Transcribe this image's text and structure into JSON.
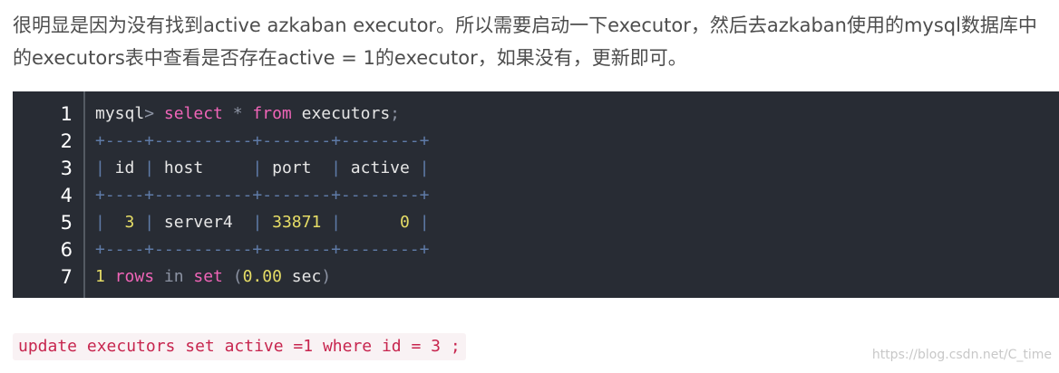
{
  "paragraph": {
    "line1": "很明显是因为没有找到active azkaban executor。所以需要启动一下executor，然后去azkaban使用的mysql数据库中",
    "line2": "的executors表中查看是否存在active = 1的executor，如果没有，更新即可。"
  },
  "code_block": {
    "line_numbers": [
      "1",
      "2",
      "3",
      "4",
      "5",
      "6",
      "7"
    ],
    "lines": [
      [
        {
          "t": "mysql",
          "c": "plain"
        },
        {
          "t": "> ",
          "c": "prompt"
        },
        {
          "t": "select",
          "c": "kw"
        },
        {
          "t": " * ",
          "c": "muted"
        },
        {
          "t": "from",
          "c": "kw"
        },
        {
          "t": " executors",
          "c": "plain"
        },
        {
          "t": ";",
          "c": "muted"
        }
      ],
      [
        {
          "t": "+----+----------+-------+--------+",
          "c": "sep"
        }
      ],
      [
        {
          "t": "|",
          "c": "sep"
        },
        {
          "t": " id ",
          "c": "plain"
        },
        {
          "t": "|",
          "c": "sep"
        },
        {
          "t": " host     ",
          "c": "plain"
        },
        {
          "t": "|",
          "c": "sep"
        },
        {
          "t": " port  ",
          "c": "plain"
        },
        {
          "t": "|",
          "c": "sep"
        },
        {
          "t": " active ",
          "c": "plain"
        },
        {
          "t": "|",
          "c": "sep"
        }
      ],
      [
        {
          "t": "+----+----------+-------+--------+",
          "c": "sep"
        }
      ],
      [
        {
          "t": "|",
          "c": "sep"
        },
        {
          "t": "  ",
          "c": "plain"
        },
        {
          "t": "3",
          "c": "num"
        },
        {
          "t": " ",
          "c": "plain"
        },
        {
          "t": "|",
          "c": "sep"
        },
        {
          "t": " server4  ",
          "c": "plain"
        },
        {
          "t": "|",
          "c": "sep"
        },
        {
          "t": " ",
          "c": "plain"
        },
        {
          "t": "33871",
          "c": "num"
        },
        {
          "t": " ",
          "c": "plain"
        },
        {
          "t": "|",
          "c": "sep"
        },
        {
          "t": "      ",
          "c": "plain"
        },
        {
          "t": "0",
          "c": "num"
        },
        {
          "t": " ",
          "c": "plain"
        },
        {
          "t": "|",
          "c": "sep"
        }
      ],
      [
        {
          "t": "+----+----------+-------+--------+",
          "c": "sep"
        }
      ],
      [
        {
          "t": "1",
          "c": "num"
        },
        {
          "t": " rows",
          "c": "kw"
        },
        {
          "t": " in",
          "c": "muted"
        },
        {
          "t": " set",
          "c": "kw"
        },
        {
          "t": " (",
          "c": "muted"
        },
        {
          "t": "0.00",
          "c": "num"
        },
        {
          "t": " sec",
          "c": "plain"
        },
        {
          "t": ")",
          "c": "muted"
        }
      ]
    ]
  },
  "inline_code": "update executors set active =1 where id = 3 ;",
  "watermark": "https://blog.csdn.net/C_time",
  "colors": {
    "code_background": "#282c34",
    "keyword": "#f065b8",
    "number": "#e6dd66",
    "separator": "#5f7ba8",
    "inline_code_text": "#c7254e",
    "inline_code_background": "#f9f2f4"
  }
}
